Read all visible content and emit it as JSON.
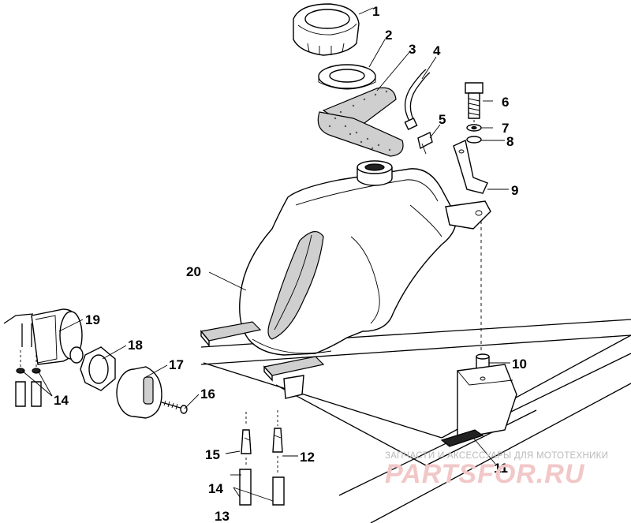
{
  "callouts": {
    "c1": "1",
    "c2": "2",
    "c3": "3",
    "c4": "4",
    "c5": "5",
    "c6": "6",
    "c7": "7",
    "c8": "8",
    "c9": "9",
    "c10": "10",
    "c11": "11",
    "c12": "12",
    "c13": "13",
    "c14a": "14",
    "c14b": "14",
    "c15": "15",
    "c16": "16",
    "c17": "17",
    "c18": "18",
    "c19": "19",
    "c20": "20"
  },
  "watermark": {
    "tagline": "ЗАПЧАСТИ И АКСЕССУАРЫ ДЛЯ МОТОТЕХНИКИ",
    "brand": "PARTSFOR.RU"
  },
  "colors": {
    "line": "#000000",
    "background": "#ffffff",
    "watermark_brand": "#f1c7c7",
    "watermark_tagline": "#b9b9b9"
  }
}
